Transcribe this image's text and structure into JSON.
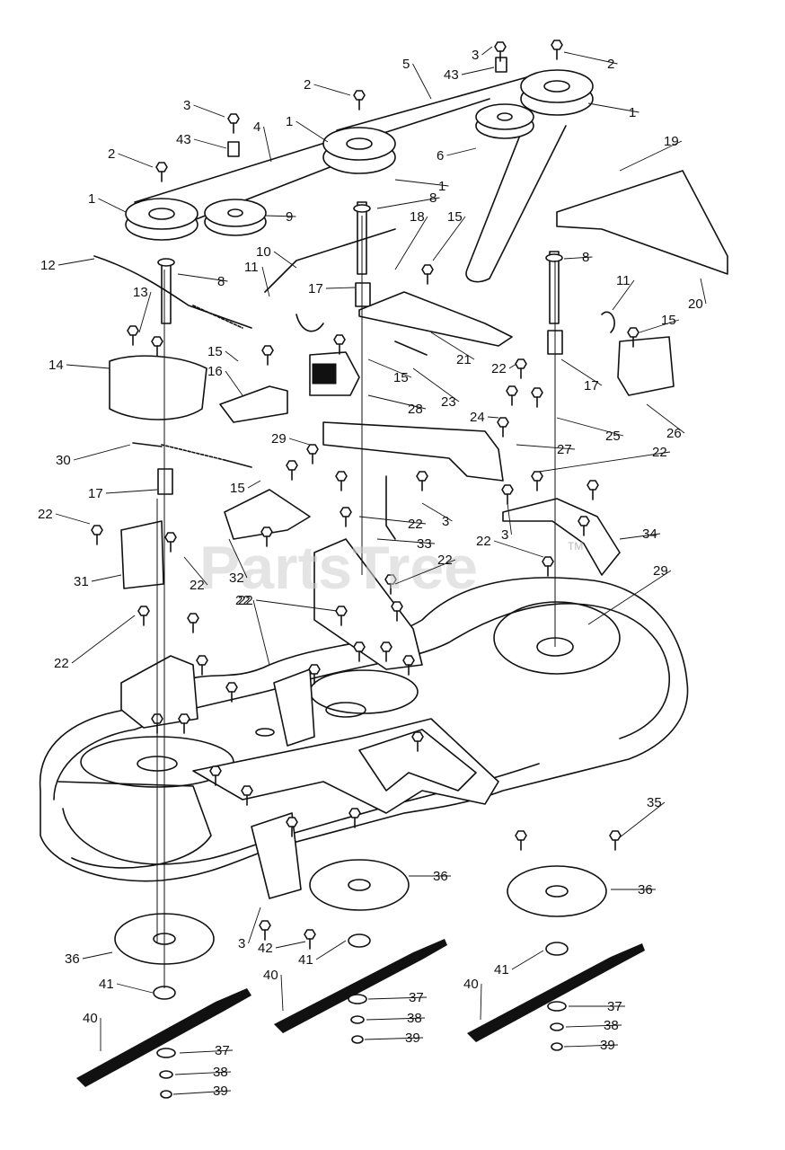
{
  "watermark": "PartsTree",
  "trademark": "TM",
  "callouts": [
    {
      "id": "c1",
      "text": "1"
    },
    {
      "id": "c2",
      "text": "1"
    },
    {
      "id": "c3",
      "text": "1"
    },
    {
      "id": "c4",
      "text": "1"
    },
    {
      "id": "c5",
      "text": "2"
    },
    {
      "id": "c6",
      "text": "2"
    },
    {
      "id": "c7",
      "text": "2"
    },
    {
      "id": "c8",
      "text": "3"
    },
    {
      "id": "c9",
      "text": "3"
    },
    {
      "id": "c10",
      "text": "3"
    },
    {
      "id": "c11",
      "text": "3"
    },
    {
      "id": "c12",
      "text": "3"
    },
    {
      "id": "c13",
      "text": "4"
    },
    {
      "id": "c14",
      "text": "5"
    },
    {
      "id": "c15",
      "text": "6"
    },
    {
      "id": "c16",
      "text": "8"
    },
    {
      "id": "c17",
      "text": "8"
    },
    {
      "id": "c18",
      "text": "8"
    },
    {
      "id": "c19",
      "text": "9"
    },
    {
      "id": "c20",
      "text": "10"
    },
    {
      "id": "c21",
      "text": "11"
    },
    {
      "id": "c22",
      "text": "11"
    },
    {
      "id": "c23",
      "text": "12"
    },
    {
      "id": "c24",
      "text": "13"
    },
    {
      "id": "c25",
      "text": "14"
    },
    {
      "id": "c26",
      "text": "15"
    },
    {
      "id": "c27",
      "text": "15"
    },
    {
      "id": "c28",
      "text": "15"
    },
    {
      "id": "c29",
      "text": "15"
    },
    {
      "id": "c30",
      "text": "15"
    },
    {
      "id": "c31",
      "text": "16"
    },
    {
      "id": "c32",
      "text": "17"
    },
    {
      "id": "c33",
      "text": "17"
    },
    {
      "id": "c34",
      "text": "17"
    },
    {
      "id": "c35",
      "text": "18"
    },
    {
      "id": "c36",
      "text": "19"
    },
    {
      "id": "c37",
      "text": "20"
    },
    {
      "id": "c38",
      "text": "21"
    },
    {
      "id": "c39",
      "text": "22"
    },
    {
      "id": "c40",
      "text": "22"
    },
    {
      "id": "c41",
      "text": "22"
    },
    {
      "id": "c42",
      "text": "22"
    },
    {
      "id": "c43",
      "text": "22"
    },
    {
      "id": "c44",
      "text": "22"
    },
    {
      "id": "c45",
      "text": "22"
    },
    {
      "id": "c46",
      "text": "22"
    },
    {
      "id": "c47",
      "text": "22"
    },
    {
      "id": "c48",
      "text": "22"
    },
    {
      "id": "c49",
      "text": "23"
    },
    {
      "id": "c50",
      "text": "24"
    },
    {
      "id": "c51",
      "text": "25"
    },
    {
      "id": "c52",
      "text": "26"
    },
    {
      "id": "c53",
      "text": "27"
    },
    {
      "id": "c54",
      "text": "28"
    },
    {
      "id": "c55",
      "text": "29"
    },
    {
      "id": "c56",
      "text": "29"
    },
    {
      "id": "c57",
      "text": "30"
    },
    {
      "id": "c58",
      "text": "31"
    },
    {
      "id": "c59",
      "text": "32"
    },
    {
      "id": "c60",
      "text": "33"
    },
    {
      "id": "c61",
      "text": "34"
    },
    {
      "id": "c62",
      "text": "35"
    },
    {
      "id": "c63",
      "text": "36"
    },
    {
      "id": "c64",
      "text": "36"
    },
    {
      "id": "c65",
      "text": "36"
    },
    {
      "id": "c66",
      "text": "37"
    },
    {
      "id": "c67",
      "text": "37"
    },
    {
      "id": "c68",
      "text": "37"
    },
    {
      "id": "c69",
      "text": "38"
    },
    {
      "id": "c70",
      "text": "38"
    },
    {
      "id": "c71",
      "text": "38"
    },
    {
      "id": "c72",
      "text": "39"
    },
    {
      "id": "c73",
      "text": "39"
    },
    {
      "id": "c74",
      "text": "39"
    },
    {
      "id": "c75",
      "text": "40"
    },
    {
      "id": "c76",
      "text": "40"
    },
    {
      "id": "c77",
      "text": "40"
    },
    {
      "id": "c78",
      "text": "41"
    },
    {
      "id": "c79",
      "text": "41"
    },
    {
      "id": "c80",
      "text": "41"
    },
    {
      "id": "c81",
      "text": "42"
    },
    {
      "id": "c82",
      "text": "43"
    },
    {
      "id": "c83",
      "text": "43"
    }
  ]
}
